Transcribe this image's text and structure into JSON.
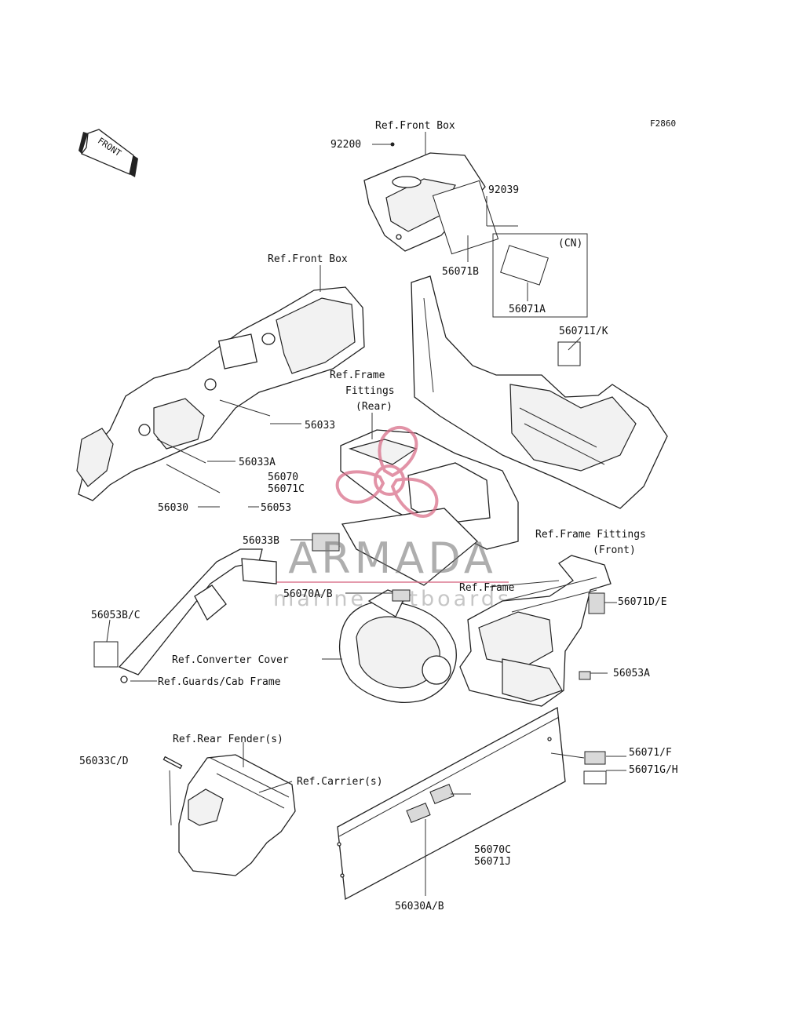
{
  "figure_id": "F2860",
  "front_arrow_label": "FRONT",
  "watermark": {
    "brand": "ARMADA",
    "tagline": "marine outboards",
    "accent_color": "#d9708a"
  },
  "labels": {
    "ref_front_box_top": "Ref.Front Box",
    "p92200": "92200",
    "p92039": "92039",
    "cn": "(CN)",
    "p56071B": "56071B",
    "p56071A": "56071A",
    "ref_front_box_left": "Ref.Front Box",
    "p56071IK": "56071I/K",
    "ref_frame_fittings_rear_1": "Ref.Frame",
    "ref_frame_fittings_rear_2": "Fittings",
    "ref_frame_fittings_rear_3": "(Rear)",
    "p56033": "56033",
    "p56033A": "56033A",
    "p56070": "56070",
    "p56071C": "56071C",
    "p56030": "56030",
    "p56053": "56053",
    "ref_frame_fittings_front_1": "Ref.Frame Fittings",
    "ref_frame_fittings_front_2": "(Front)",
    "p56033B": "56033B",
    "ref_frame": "Ref.Frame",
    "p56070AB": "56070A/B",
    "p56071DE": "56071D/E",
    "p56053BC": "56053B/C",
    "ref_converter_cover": "Ref.Converter Cover",
    "ref_guards_cab_frame": "Ref.Guards/Cab Frame",
    "p56053A": "56053A",
    "ref_rear_fender": "Ref.Rear Fender(s)",
    "p56071F": "56071/F",
    "p56033CD": "56033C/D",
    "p56071GH": "56071G/H",
    "ref_carrier": "Ref.Carrier(s)",
    "p56070C": "56070C",
    "p56071J": "56071J",
    "p56030AB": "56030A/B"
  }
}
